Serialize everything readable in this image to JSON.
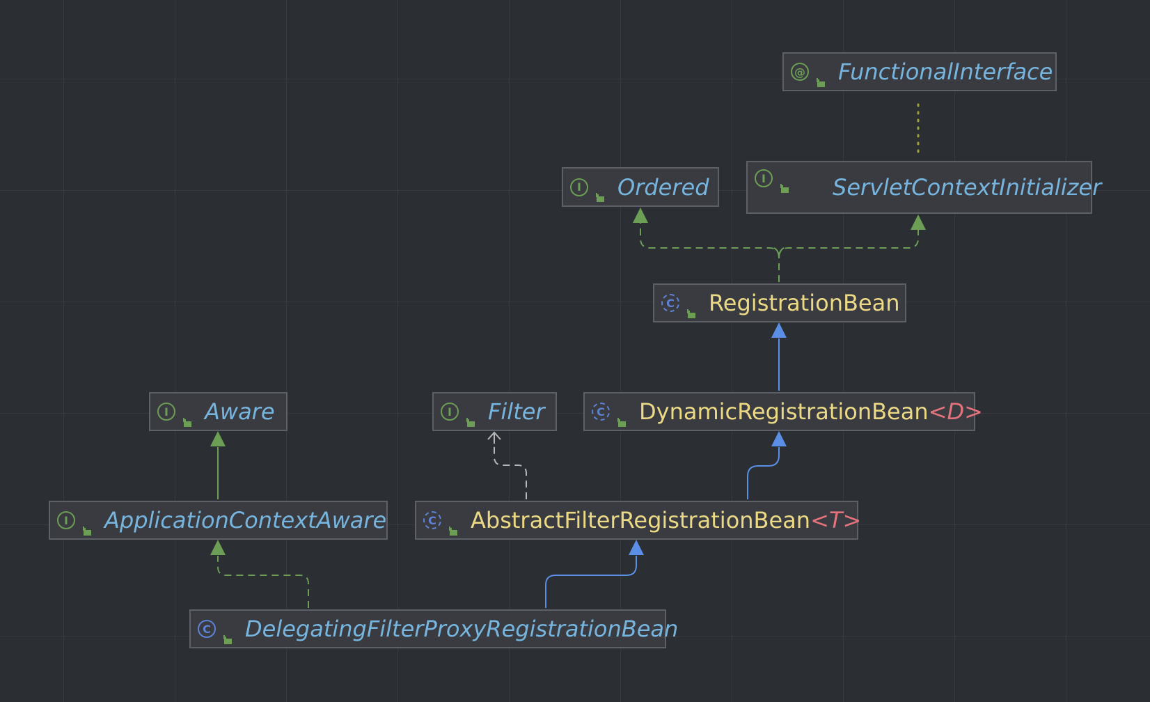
{
  "diagram": {
    "nodes": [
      {
        "id": "functional",
        "kind": "annotation",
        "icon": "annotation-icon",
        "glyph": "@",
        "name": "FunctionalInterface"
      },
      {
        "id": "ordered",
        "kind": "interface",
        "icon": "interface-icon",
        "glyph": "I",
        "name": "Ordered"
      },
      {
        "id": "servlet",
        "kind": "interface",
        "icon": "interface-icon",
        "glyph": "I",
        "name": "ServletContextInitializer"
      },
      {
        "id": "registration",
        "kind": "abstract-class",
        "icon": "abstract-class-icon",
        "glyph": "C",
        "name": "RegistrationBean"
      },
      {
        "id": "aware",
        "kind": "interface",
        "icon": "interface-icon",
        "glyph": "I",
        "name": "Aware"
      },
      {
        "id": "filter",
        "kind": "interface",
        "icon": "interface-icon",
        "glyph": "I",
        "name": "Filter"
      },
      {
        "id": "dynamic",
        "kind": "abstract-class",
        "icon": "abstract-class-icon",
        "glyph": "C",
        "name": "DynamicRegistrationBean",
        "type_param": "D"
      },
      {
        "id": "appctx",
        "kind": "interface",
        "icon": "interface-icon",
        "glyph": "I",
        "name": "ApplicationContextAware"
      },
      {
        "id": "abstractfilter",
        "kind": "abstract-class",
        "icon": "abstract-class-icon",
        "glyph": "C",
        "name": "AbstractFilterRegistrationBean",
        "type_param": "T"
      },
      {
        "id": "delegating",
        "kind": "class",
        "icon": "class-icon",
        "glyph": "C",
        "name": "DelegatingFilterProxyRegistrationBean"
      }
    ],
    "edges": [
      {
        "from": "servlet",
        "to": "functional",
        "type": "annotation"
      },
      {
        "from": "registration",
        "to": "ordered",
        "type": "implements"
      },
      {
        "from": "registration",
        "to": "servlet",
        "type": "implements"
      },
      {
        "from": "dynamic",
        "to": "registration",
        "type": "extends"
      },
      {
        "from": "appctx",
        "to": "aware",
        "type": "extends-interface"
      },
      {
        "from": "abstractfilter",
        "to": "filter",
        "type": "uses"
      },
      {
        "from": "abstractfilter",
        "to": "dynamic",
        "type": "extends"
      },
      {
        "from": "delegating",
        "to": "appctx",
        "type": "implements"
      },
      {
        "from": "delegating",
        "to": "abstractfilter",
        "type": "extends"
      }
    ],
    "colors": {
      "background": "#2b2e33",
      "node_fill": "#393b40",
      "node_border": "#5d6066",
      "interface_text": "#77b5de",
      "class_text": "#ecd986",
      "type_param": "#e5737d",
      "implements_edge": "#6c9e55",
      "extends_edge": "#5b8fe6",
      "uses_edge": "#b8b8b8",
      "annotation_edge": "#9ba33a"
    }
  }
}
